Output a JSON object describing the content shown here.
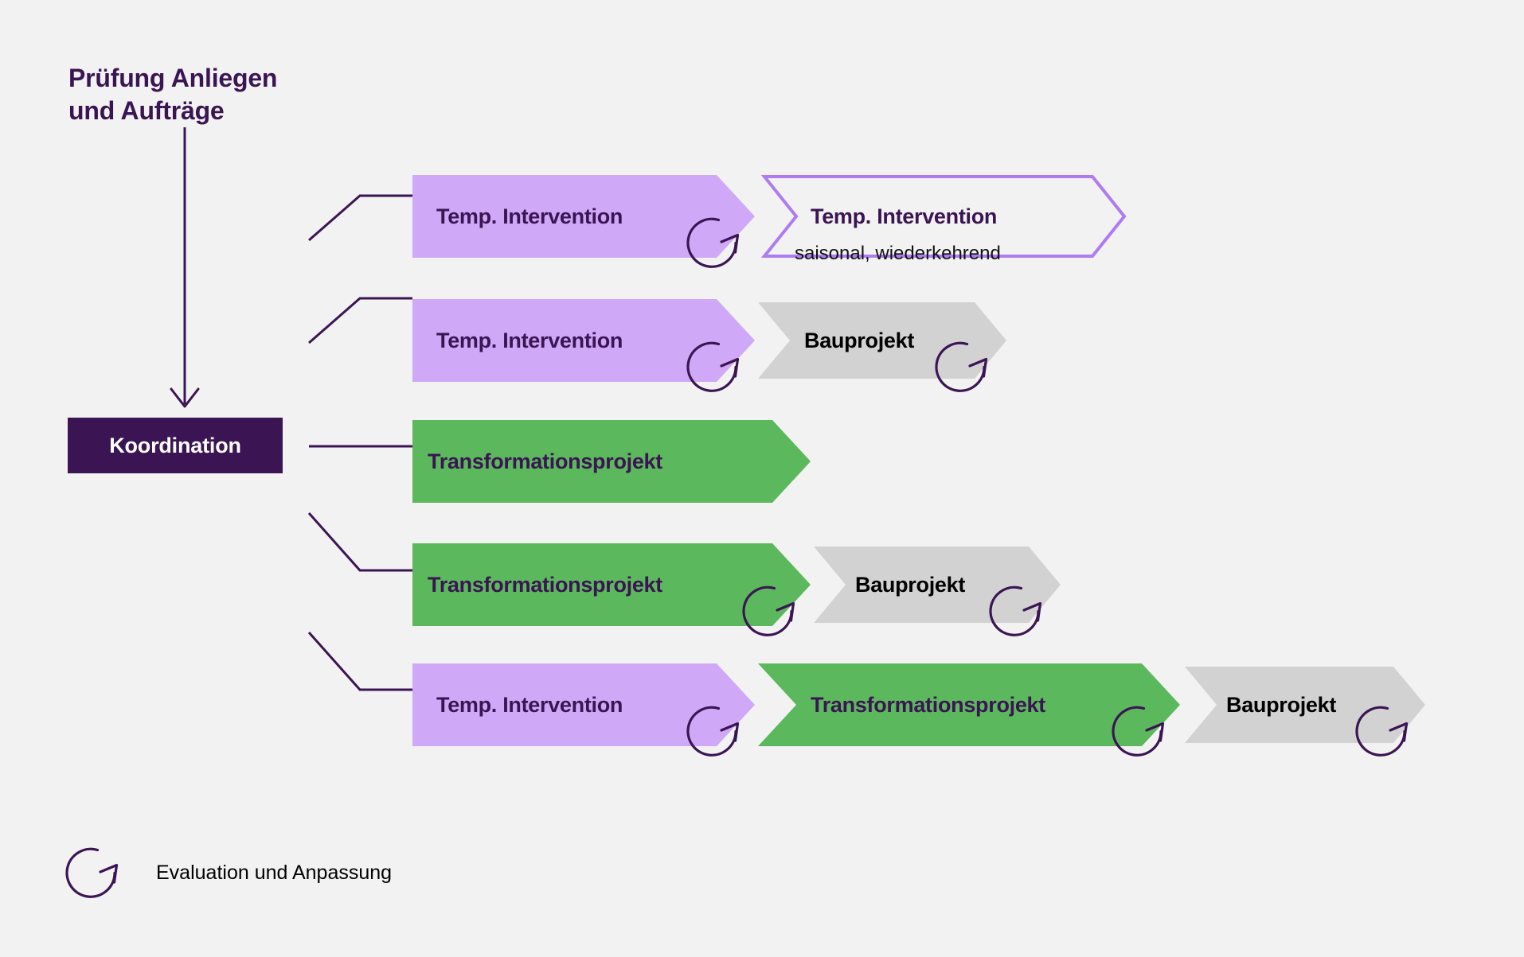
{
  "page": {
    "background_color": "#f2f2f2",
    "title": "Prüfung Anliegen\nund Aufträge"
  },
  "colors": {
    "dark_purple": "#3b1553",
    "light_purple": "#cfa8f7",
    "outline_purple": "#ae7cf0",
    "green": "#5cb85c",
    "gray": "#d2d2d2",
    "black": "#000000",
    "white": "#ffffff"
  },
  "start_node": {
    "label": "Koordination"
  },
  "rows": [
    {
      "id": "row-1",
      "stages": [
        {
          "label": "Temp. Intervention",
          "style": "purple-filled",
          "has_eval_icon": true
        },
        {
          "label": "Temp. Intervention",
          "style": "purple-outline",
          "has_eval_icon": false
        }
      ],
      "caption": "saisonal, wiederkehrend"
    },
    {
      "id": "row-2",
      "stages": [
        {
          "label": "Temp. Intervention",
          "style": "purple-filled",
          "has_eval_icon": true
        },
        {
          "label": "Bauprojekt",
          "style": "gray-filled",
          "has_eval_icon": true
        }
      ],
      "caption": ""
    },
    {
      "id": "row-3",
      "stages": [
        {
          "label": "Transformationsprojekt",
          "style": "green-filled",
          "has_eval_icon": false
        }
      ],
      "caption": ""
    },
    {
      "id": "row-4",
      "stages": [
        {
          "label": "Transformationsprojekt",
          "style": "green-filled",
          "has_eval_icon": true
        },
        {
          "label": "Bauprojekt",
          "style": "gray-filled",
          "has_eval_icon": true
        }
      ],
      "caption": ""
    },
    {
      "id": "row-5",
      "stages": [
        {
          "label": "Temp. Intervention",
          "style": "purple-filled",
          "has_eval_icon": true
        },
        {
          "label": "Transformationsprojekt",
          "style": "green-filled",
          "has_eval_icon": true
        },
        {
          "label": "Bauprojekt",
          "style": "gray-filled",
          "has_eval_icon": true
        }
      ],
      "caption": ""
    }
  ],
  "legend": {
    "icon": "evaluation-loop-icon",
    "label": "Evaluation und Anpassung"
  }
}
